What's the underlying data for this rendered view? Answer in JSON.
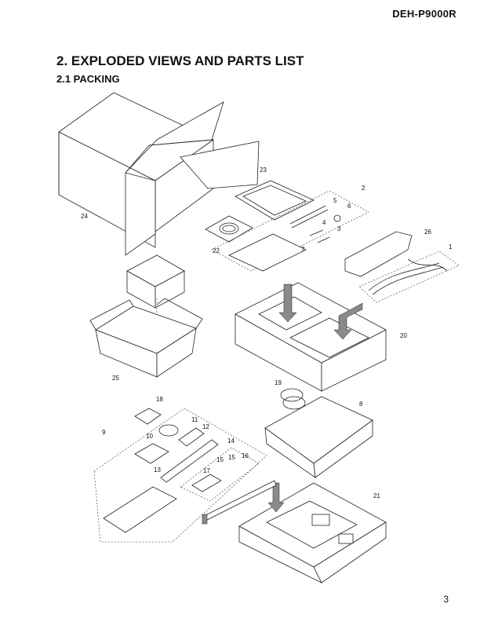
{
  "header": {
    "model": "DEH-P9000R"
  },
  "section": {
    "title": "2. EXPLODED VIEWS AND PARTS LIST",
    "subtitle": "2.1 PACKING"
  },
  "callouts": [
    "1",
    "2",
    "3",
    "4",
    "5",
    "6",
    "7",
    "8",
    "9",
    "10",
    "11",
    "12",
    "13",
    "14",
    "15",
    "15",
    "16",
    "17",
    "18",
    "19",
    "20",
    "21",
    "22",
    "23",
    "24",
    "25",
    "26"
  ],
  "footer": {
    "page": "3"
  }
}
